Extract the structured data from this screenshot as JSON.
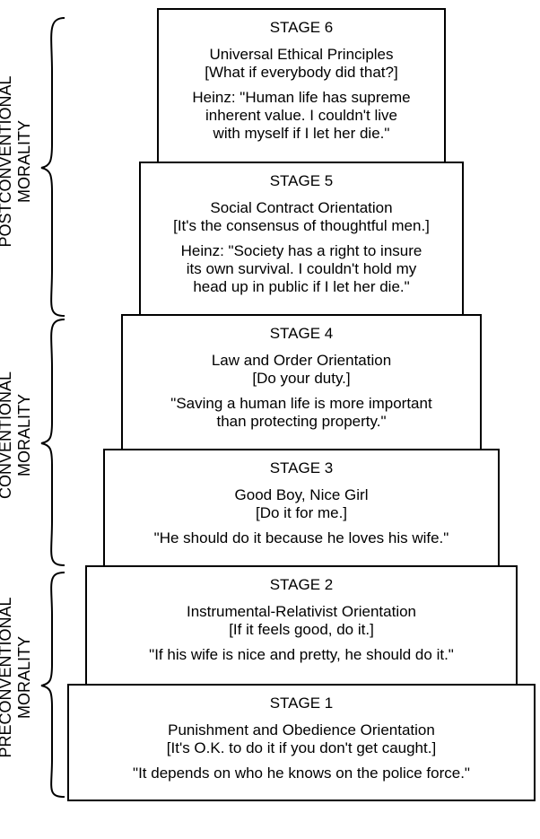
{
  "levels": [
    {
      "key": "post",
      "label": "POSTCONVENTIONAL\nMORALITY"
    },
    {
      "key": "conv",
      "label": "CONVENTIONAL\nMORALITY"
    },
    {
      "key": "pre",
      "label": "PRECONVENTIONAL\nMORALITY"
    }
  ],
  "stages": [
    {
      "title": "STAGE 6",
      "name": "Universal Ethical Principles",
      "tagline": "[What if everybody did that?]",
      "quote": "Heinz: \"Human life has supreme\ninherent value. I couldn't live\nwith myself if I let her die.\""
    },
    {
      "title": "STAGE 5",
      "name": "Social Contract Orientation",
      "tagline": "[It's the consensus of thoughtful men.]",
      "quote": "Heinz: \"Society has a right to insure\nits own survival. I couldn't hold my\nhead up in public if I let her die.\""
    },
    {
      "title": "STAGE 4",
      "name": "Law and Order Orientation",
      "tagline": "[Do your duty.]",
      "quote": "\"Saving a human life is more important\nthan protecting property.\""
    },
    {
      "title": "STAGE 3",
      "name": "Good Boy, Nice Girl",
      "tagline": "[Do it for me.]",
      "quote": "\"He should do it because he loves his wife.\""
    },
    {
      "title": "STAGE 2",
      "name": "Instrumental-Relativist Orientation",
      "tagline": "[If it feels good, do it.]",
      "quote": "\"If his wife is nice and pretty, he should do it.\""
    },
    {
      "title": "STAGE 1",
      "name": "Punishment and Obedience Orientation",
      "tagline": "[It's O.K. to do it if you don't get caught.]",
      "quote": "\"It depends on who he knows on the police force.\""
    }
  ]
}
